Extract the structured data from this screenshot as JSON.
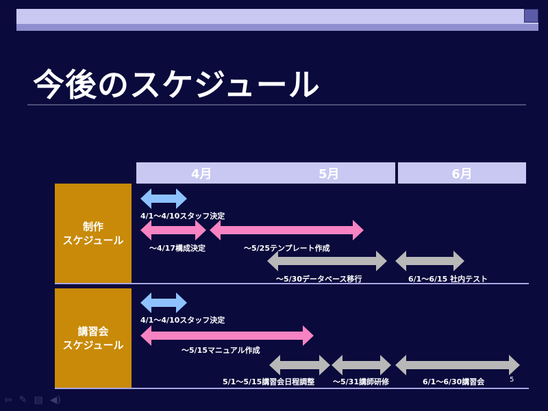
{
  "title": "今後のスケジュール",
  "months": [
    "4月",
    "5月",
    "6月"
  ],
  "rows": {
    "production": {
      "label": "制作\nスケジュール"
    },
    "seminar": {
      "label": "講習会\nスケジュール"
    }
  },
  "tasks": {
    "p_staff": "4/1～4/10スタッフ決定",
    "p_structure": "～4/17構成決定",
    "p_template": "～5/25テンプレート作成",
    "p_database": "～5/30データベース移行",
    "p_test": "6/1～6/15 社内テスト",
    "s_staff": "4/1～4/10スタッフ決定",
    "s_manual": "～5/15マニュアル作成",
    "s_schedule": "5/1～5/15講習会日程調整",
    "s_training": "～5/31講師研修",
    "s_seminar": "6/1～6/30講習会"
  },
  "colors": {
    "blue": "#8ec2ff",
    "pink": "#f783c2",
    "gray": "#b8b8b8",
    "label_bg": "#c88a08",
    "header_bg": "#c9c8f2",
    "background": "#0a0a3c"
  },
  "page_number": "5",
  "bottom_toolbar_icons": [
    "back-arrow-icon",
    "pen-icon",
    "slide-menu-icon",
    "speaker-icon"
  ]
}
